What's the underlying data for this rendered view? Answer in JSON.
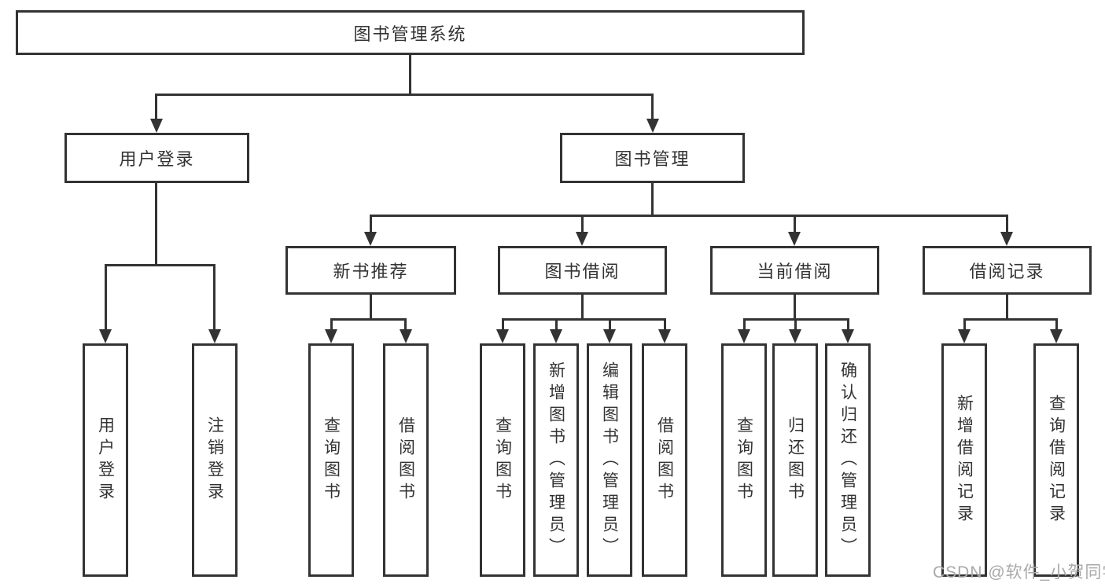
{
  "colors": {
    "line": "#333333",
    "text": "#333333",
    "background": "#ffffff",
    "watermark": "#a9a9a9"
  },
  "watermark": {
    "text": "CSDN @软件_小贺同学"
  },
  "tree": {
    "root": {
      "label": "图书管理系统"
    },
    "branches": [
      {
        "label": "用户登录",
        "children": [
          {
            "label": "用户登录"
          },
          {
            "label": "注销登录"
          }
        ]
      },
      {
        "label": "图书管理",
        "children": [
          {
            "label": "新书推荐",
            "children": [
              {
                "label": "查询图书"
              },
              {
                "label": "借阅图书"
              }
            ]
          },
          {
            "label": "图书借阅",
            "children": [
              {
                "label": "查询图书"
              },
              {
                "label": "新增图书（管理员）"
              },
              {
                "label": "编辑图书（管理员）"
              },
              {
                "label": "借阅图书"
              }
            ]
          },
          {
            "label": "当前借阅",
            "children": [
              {
                "label": "查询图书"
              },
              {
                "label": "归还图书"
              },
              {
                "label": "确认归还（管理员）"
              }
            ]
          },
          {
            "label": "借阅记录",
            "children": [
              {
                "label": "新增借阅记录"
              },
              {
                "label": "查询借阅记录"
              }
            ]
          }
        ]
      }
    ]
  }
}
